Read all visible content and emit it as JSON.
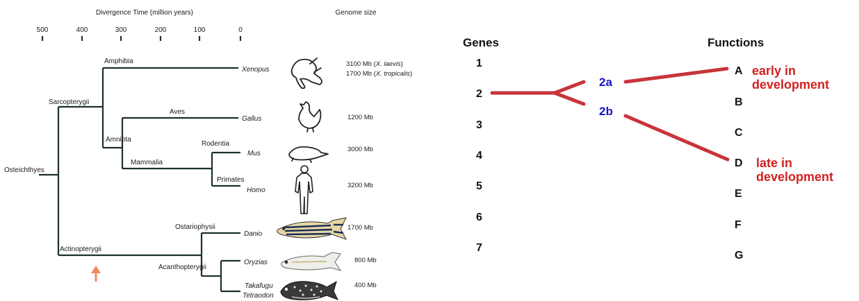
{
  "tree": {
    "axis_title": "Divergence Time (million years)",
    "genome_header": "Genome size",
    "ticks": [
      "500",
      "400",
      "300",
      "200",
      "100",
      "0"
    ],
    "clades": {
      "osteichthyes": "Osteichthyes",
      "sarcopterygii": "Sarcopterygii",
      "amphibia": "Amphibia",
      "amniota": "Amniota",
      "aves": "Aves",
      "mammalia": "Mammalia",
      "rodentia": "Rodentia",
      "primates": "Primates",
      "actinopterygii": "Actinopterygii",
      "ostariophysii": "Ostariophysii",
      "acanthopterygii": "Acanthopterygii"
    },
    "taxa": {
      "xenopus": "Xenopus",
      "gallus": "Gallus",
      "mus": "Mus",
      "homo": "Homo",
      "danio": "Danio",
      "oryzias": "Oryzias",
      "takafugu": "Takafugu",
      "tetraodon": "Tetraodon"
    },
    "sizes": {
      "xenopus_1_num": "3100 Mb (",
      "xenopus_1_sp": "X. laevis",
      "xenopus_1_end": ")",
      "xenopus_2_num": "1700 Mb (",
      "xenopus_2_sp": "X. tropicalis",
      "xenopus_2_end": ")",
      "gallus": "1200 Mb",
      "mus": "3000 Mb",
      "homo": "3200 Mb",
      "danio": "1700 Mb",
      "oryzias": "800 Mb",
      "takafugu": "400 Mb"
    },
    "arrow_color": "#f08a5d"
  },
  "genes_panel": {
    "genes_header": "Genes",
    "functions_header": "Functions",
    "genes": [
      "1",
      "2",
      "3",
      "4",
      "5",
      "6",
      "7"
    ],
    "functions": [
      "A",
      "B",
      "C",
      "D",
      "E",
      "F",
      "G"
    ],
    "duplicates": [
      "2a",
      "2b"
    ],
    "annotation_a_1": "early in",
    "annotation_a_2": "development",
    "annotation_d_1": "late in",
    "annotation_d_2": "development",
    "line_color": "#c8343a",
    "duplicate_color": "#1515c8",
    "annotation_color": "#d42020"
  }
}
